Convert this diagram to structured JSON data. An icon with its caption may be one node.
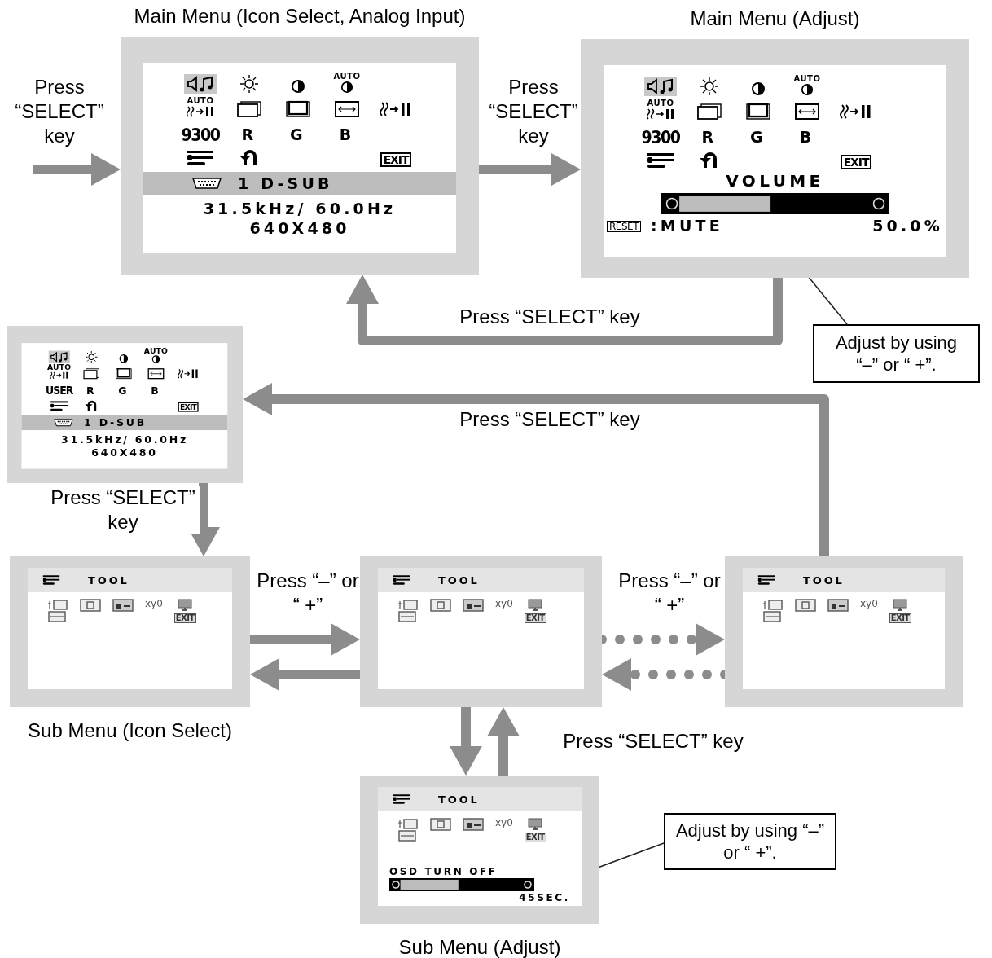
{
  "diagram": {
    "nodes": [
      {
        "text": [
          "AUTO",
          "AUTO",
          "9300",
          "R",
          "G",
          "B",
          "EXIT",
          "1 D-SUB",
          "31.5kHz/ 60.0Hz",
          "640X480"
        ],
        "beside": [
          "Main Menu (Icon Select, Analog Input)"
        ]
      },
      {
        "text": [
          "AUTO",
          "AUTO",
          "9300",
          "R",
          "G",
          "B",
          "EXIT",
          "VOLUME",
          "RESET",
          ":MUTE",
          "50.0%"
        ],
        "beside": [
          "Main Menu (Adjust)"
        ]
      },
      {
        "text": [
          "Adjust by using “–” or “ +”."
        ]
      },
      {
        "text": [
          "AUTO",
          "AUTO",
          "USER",
          "R",
          "G",
          "B",
          "EXIT",
          "1 D-SUB",
          "31.5kHz/ 60.0Hz",
          "640X480"
        ]
      },
      {
        "text": [
          "TOOL",
          "xy0",
          "EXIT"
        ],
        "beside": [
          "Sub Menu (Icon Select)"
        ]
      },
      {
        "text": [
          "TOOL",
          "xy0",
          "EXIT"
        ]
      },
      {
        "text": [
          "TOOL",
          "xy0",
          "EXIT"
        ]
      },
      {
        "text": [
          "TOOL",
          "xy0",
          "EXIT",
          "OSD TURN OFF",
          "45SEC."
        ],
        "beside": [
          "Sub Menu (Adjust)"
        ]
      },
      {
        "text": [
          "Adjust by using “–” or “ +”."
        ]
      },
      {
        "text": [],
        "shape": "bar",
        "in": 1
      },
      {
        "text": [],
        "shape": "bar",
        "in": 7
      }
    ],
    "edges": [
      {
        "from": null,
        "to": 0,
        "arrow": "to",
        "label": "Press “SELECT” key"
      },
      {
        "from": 0,
        "to": 1,
        "arrow": "to",
        "label": "Press “SELECT” key"
      },
      {
        "from": 1,
        "to": 0,
        "arrow": "to",
        "label": "Press “SELECT” key"
      },
      {
        "from": 6,
        "to": 3,
        "arrow": "to",
        "label": "Press “SELECT” key"
      },
      {
        "from": 3,
        "to": 4,
        "arrow": "to",
        "label": "Press “SELECT” key"
      },
      {
        "from": 4,
        "to": 5,
        "arrow": "to",
        "label": "Press “–” or “ +”"
      },
      {
        "from": 5,
        "to": 4,
        "arrow": "to"
      },
      {
        "from": 5,
        "to": 6,
        "arrow": "to",
        "style": "dashed",
        "label": "Press “–” or “ +”"
      },
      {
        "from": 6,
        "to": 5,
        "arrow": "to",
        "style": "dashed"
      },
      {
        "from": 5,
        "to": 7,
        "arrow": "to"
      },
      {
        "from": 7,
        "to": 5,
        "arrow": "to",
        "label": "Press “SELECT” key"
      },
      {
        "from": 2,
        "to": 9,
        "arrow": "none",
        "color": "#222222"
      },
      {
        "from": 8,
        "to": 10,
        "arrow": "none",
        "color": "#222222"
      }
    ]
  }
}
